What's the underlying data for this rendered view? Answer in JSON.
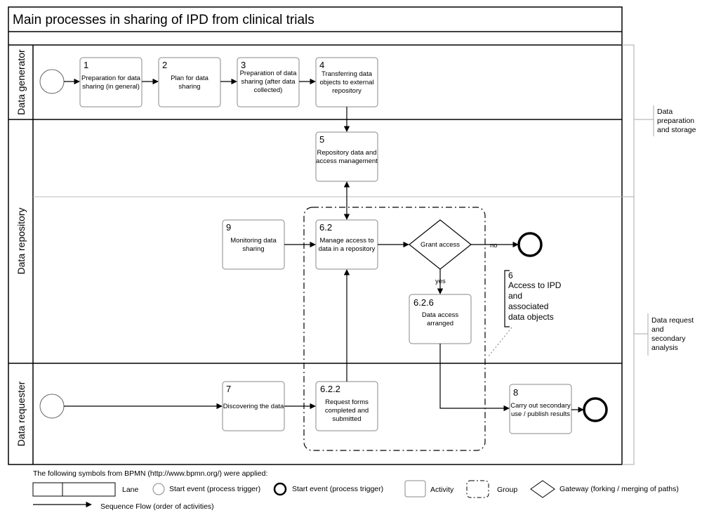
{
  "title": "Main processes in sharing of IPD from clinical trials",
  "lanes": {
    "generator": "Data generator",
    "repository": "Data repository",
    "requester": "Data requester"
  },
  "side_labels": {
    "top": [
      "Data",
      "preparation",
      "and storage"
    ],
    "bottom": [
      "Data request",
      "and",
      "secondary",
      "analysis"
    ]
  },
  "activities": {
    "a1": {
      "num": "1",
      "lines": [
        "Preparation for data",
        "sharing (in general)"
      ]
    },
    "a2": {
      "num": "2",
      "lines": [
        "Plan for data",
        "sharing"
      ]
    },
    "a3": {
      "num": "3",
      "lines": [
        "Preparation of data",
        "sharing (after data",
        "collected)"
      ]
    },
    "a4": {
      "num": "4",
      "lines": [
        "Transferring data",
        "objects to external",
        "repository"
      ]
    },
    "a5": {
      "num": "5",
      "lines": [
        "Repository data and",
        "access management"
      ]
    },
    "a9": {
      "num": "9",
      "lines": [
        "Monitoring data",
        "sharing"
      ]
    },
    "a62": {
      "num": "6.2",
      "lines": [
        "Manage access to",
        "data in a repository"
      ]
    },
    "a626": {
      "num": "6.2.6",
      "lines": [
        "Data access",
        "arranged"
      ]
    },
    "a7": {
      "num": "7",
      "lines": [
        "Discovering the data"
      ]
    },
    "a622": {
      "num": "6.2.2",
      "lines": [
        "Request forms",
        "completed and",
        "submitted"
      ]
    },
    "a8": {
      "num": "8",
      "lines": [
        "Carry out secondary",
        "use / publish results"
      ]
    }
  },
  "gateway": {
    "label": "Grant access",
    "no_label": "no",
    "yes_label": "yes"
  },
  "annotation": {
    "num": "6",
    "lines": [
      "Access to IPD",
      "and",
      "associated",
      "data objects"
    ]
  },
  "legend": {
    "intro": "The following symbols from BPMN (http://www.bpmn.org/) were applied:",
    "lane": "Lane",
    "start_event": "Start event (process trigger)",
    "end_event": "Start event (process trigger)",
    "activity": "Activity",
    "group": "Group",
    "gateway": "Gateway (forking / merging of paths)",
    "sequence_flow": "Sequence Flow (order of activities)"
  }
}
